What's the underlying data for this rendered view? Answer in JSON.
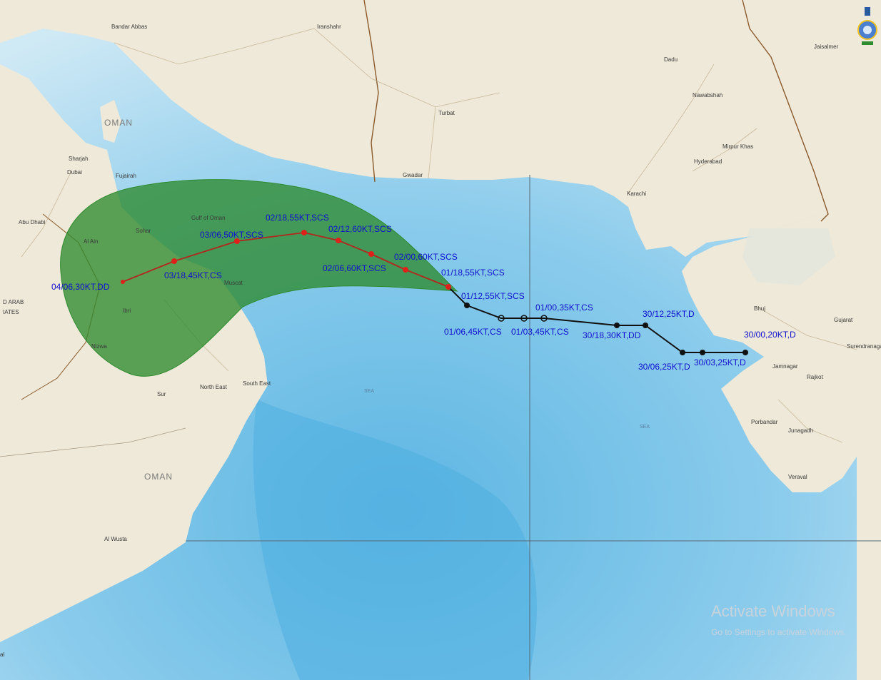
{
  "places": {
    "bandar_abbas": "Bandar Abbas",
    "iranshahr": "Iranshahr",
    "turbat": "Turbat",
    "gwadar": "Gwadar",
    "karachi": "Karachi",
    "hyderabad": "Hyderabad",
    "mirpur_khas": "Mirpur Khas",
    "nawabshah": "Nawabshah",
    "dadu": "Dadu",
    "jaisalmer": "Jaisalmer",
    "sharjah": "Sharjah",
    "dubai": "Dubai",
    "fujairah": "Fujairah",
    "abu_dhabi": "Abu Dhabi",
    "al_ain": "Al Ain",
    "muscat": "Muscat",
    "sohar": "Sohar",
    "ibri": "Ibri",
    "nizwa": "Nizwa",
    "sur": "Sur",
    "north_east": "North East",
    "south_east": "South East",
    "al_wusta": "Al Wusta",
    "bhuj": "Bhuj",
    "rajkot": "Rajkot",
    "jamnagar": "Jamnagar",
    "porbandar": "Porbandar",
    "junagadh": "Junagadh",
    "veraval": "Veraval",
    "surendranagar": "Surendranagar",
    "gujarat": "Gujarat",
    "gulf_of_oman": "Gulf of Oman",
    "sea_1": "SEA",
    "sea_2": "SEA",
    "oman_upper": "OMAN",
    "oman_lower": "OMAN",
    "uae_line1": "D ARAB",
    "uae_line2": "IATES",
    "al_label": "al"
  },
  "track": {
    "points": [
      {
        "label": "30/00,20KT,D",
        "stage": "observed"
      },
      {
        "label": "30/03,25KT,D",
        "stage": "observed"
      },
      {
        "label": "30/06,25KT,D",
        "stage": "observed"
      },
      {
        "label": "30/12,25KT,D",
        "stage": "observed"
      },
      {
        "label": "30/18,30KT,DD",
        "stage": "observed"
      },
      {
        "label": "01/00,35KT,CS",
        "stage": "observed"
      },
      {
        "label": "01/03,45KT,CS",
        "stage": "observed"
      },
      {
        "label": "01/06,45KT,CS",
        "stage": "observed"
      },
      {
        "label": "01/12,55KT,SCS",
        "stage": "observed"
      },
      {
        "label": "01/18,55KT,SCS",
        "stage": "forecast"
      },
      {
        "label": "02/00,60KT,SCS",
        "stage": "forecast"
      },
      {
        "label": "02/06,60KT,SCS",
        "stage": "forecast"
      },
      {
        "label": "02/12,60KT,SCS",
        "stage": "forecast"
      },
      {
        "label": "02/18,55KT,SCS",
        "stage": "forecast"
      },
      {
        "label": "03/06,50KT,SCS",
        "stage": "forecast"
      },
      {
        "label": "03/18,45KT,CS",
        "stage": "forecast"
      },
      {
        "label": "04/06,30KT,DD",
        "stage": "forecast"
      }
    ],
    "colors": {
      "observed_line": "#111111",
      "forecast_line": "#b3261e",
      "forecast_marker": "#e0201a",
      "cone_fill": "#2e8b2e",
      "label_text": "#1010cc"
    }
  },
  "watermark": {
    "title": "Activate Windows",
    "subtitle": "Go to Settings to activate Windows."
  },
  "colors": {
    "land": "#efe9d9",
    "sea_light": "#cde8f4",
    "sea_mid": "#8fcbea",
    "sea_deep": "#6dbde6",
    "border": "#8a5a2b",
    "road": "#c9b99a"
  }
}
